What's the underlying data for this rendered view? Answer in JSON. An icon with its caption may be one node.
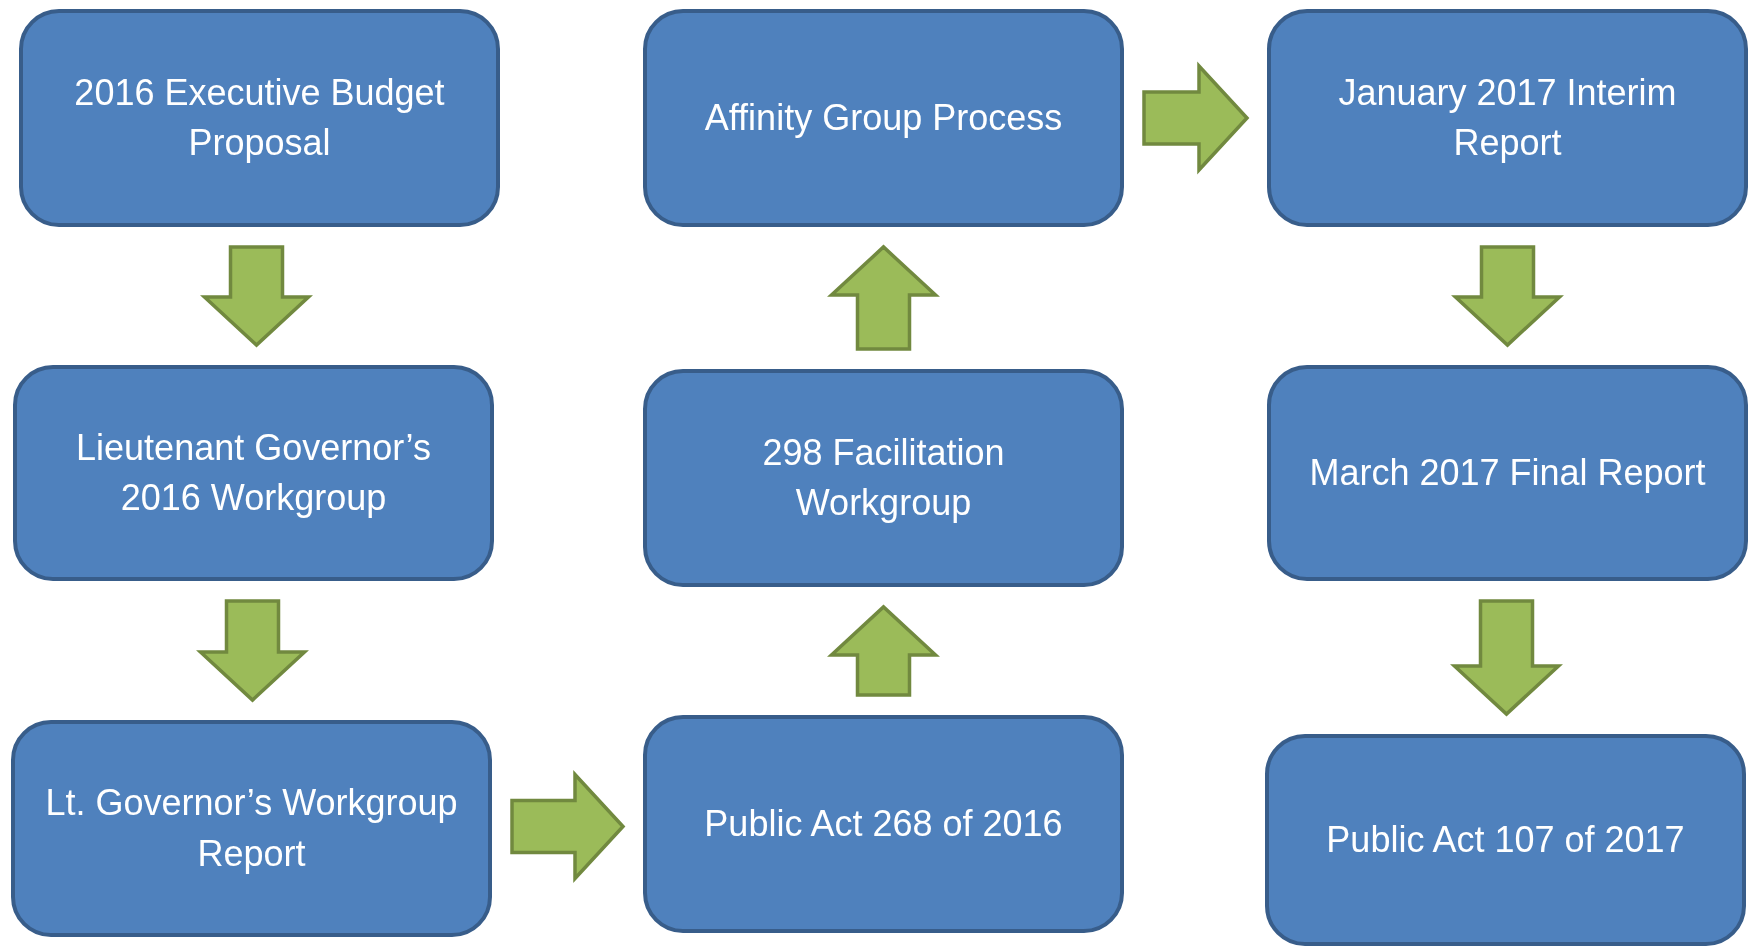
{
  "diagram": {
    "nodes": [
      {
        "text": [
          "2016 Executive Budget Proposal"
        ]
      },
      {
        "text": [
          "Affinity Group Process"
        ]
      },
      {
        "text": [
          "January 2017 Interim Report"
        ]
      },
      {
        "text": [
          "Lieutenant Governor’s 2016 Workgroup"
        ]
      },
      {
        "text": [
          "298 Facilitation Workgroup"
        ]
      },
      {
        "text": [
          "March 2017 Final Report"
        ]
      },
      {
        "text": [
          "Lt. Governor’s Workgroup Report"
        ]
      },
      {
        "text": [
          "Public Act 268 of 2016"
        ]
      },
      {
        "text": [
          "Public Act 107 of 2017"
        ]
      }
    ],
    "edges": [
      {
        "from": 0,
        "to": 3,
        "arrow": "to"
      },
      {
        "from": 3,
        "to": 6,
        "arrow": "to"
      },
      {
        "from": 6,
        "to": 7,
        "arrow": "to"
      },
      {
        "from": 7,
        "to": 4,
        "arrow": "to"
      },
      {
        "from": 4,
        "to": 1,
        "arrow": "to"
      },
      {
        "from": 1,
        "to": 2,
        "arrow": "to"
      },
      {
        "from": 2,
        "to": 5,
        "arrow": "to"
      },
      {
        "from": 5,
        "to": 8,
        "arrow": "to"
      }
    ]
  }
}
